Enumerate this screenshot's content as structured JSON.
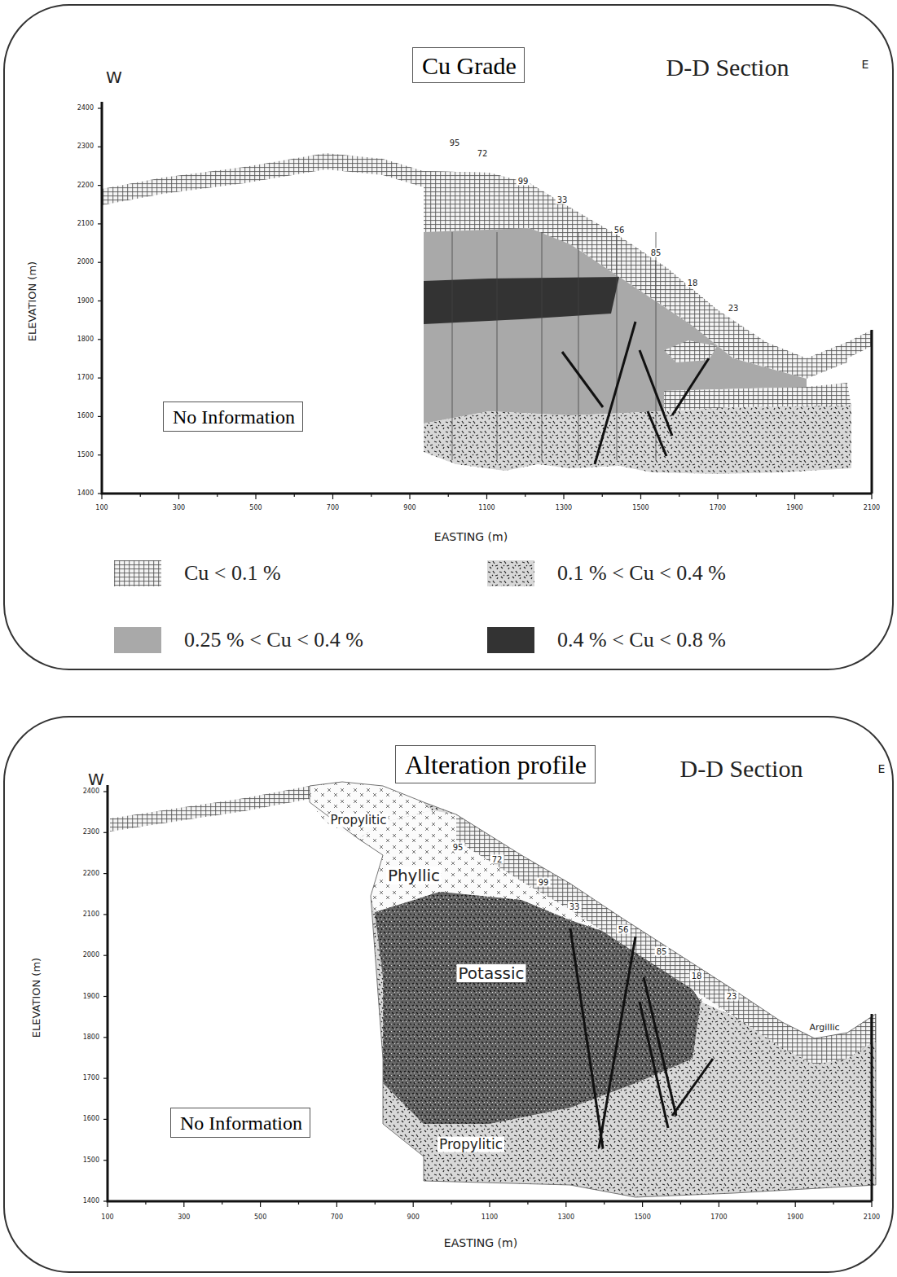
{
  "diagram": {
    "nodes": [
      {
        "text": [
          "Cu Grade"
        ]
      },
      {
        "text": [
          "No Information"
        ]
      },
      {
        "text": [
          "Alteration profile"
        ]
      },
      {
        "text": [
          "No Information"
        ]
      }
    ],
    "labels": [
      "W",
      "D-D Section",
      "E",
      "2400",
      "2300",
      "2200",
      "2100",
      "2000",
      "1900",
      "1800",
      "1700",
      "1600",
      "1500",
      "1400",
      "ELEVATION (m)",
      "100",
      "300",
      "500",
      "700",
      "900",
      "1100",
      "1300",
      "1500",
      "1700",
      "1900",
      "2100",
      "EASTING (m)",
      "95",
      "72",
      "99",
      "33",
      "56",
      "85",
      "18",
      "23",
      "W",
      "D-D Section",
      "E",
      "2400",
      "2300",
      "2200",
      "2100",
      "2000",
      "1900",
      "1800",
      "1700",
      "1600",
      "1500",
      "1400",
      "ELEVATION (m)",
      "100",
      "300",
      "500",
      "700",
      "900",
      "1100",
      "1300",
      "1500",
      "1700",
      "1900",
      "2100",
      "EASTING (m)",
      "95",
      "72",
      "99",
      "33",
      "56",
      "85",
      "18",
      "23",
      "Propylitic",
      "Phyllic",
      "Potassic",
      "Argillic",
      "Propylitic"
    ],
    "legend": [
      {
        "text": "Cu < 0.1 %"
      },
      {
        "text": "0.1 % < Cu < 0.4 %"
      },
      {
        "text": "0.25 % < Cu < 0.4 %",
        "color": "#a9a9a9"
      },
      {
        "text": "0.4 % < Cu < 0.8 %",
        "color": "#333333"
      }
    ]
  }
}
